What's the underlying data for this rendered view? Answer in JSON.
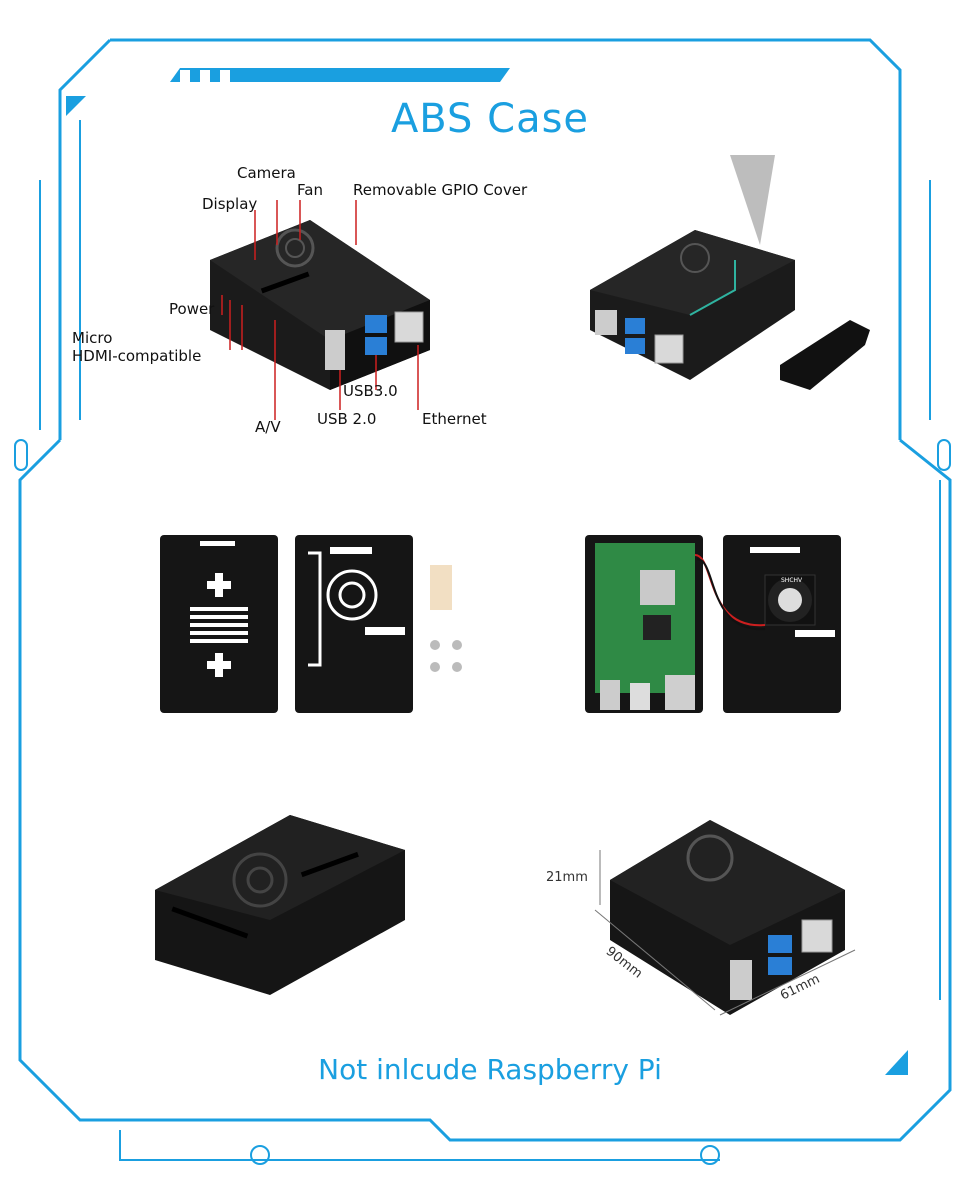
{
  "title": "ABS Case",
  "footer_note": "Not inlcude Raspberry Pi",
  "port_labels": {
    "camera": "Camera",
    "fan": "Fan",
    "gpio_cover": "Removable GPIO Cover",
    "display": "Display",
    "power": "Power",
    "micro_hdmi_line1": "Micro",
    "micro_hdmi_line2": "HDMI-compatible",
    "usb30": "USB3.0",
    "av": "A/V",
    "usb20": "USB 2.0",
    "ethernet": "Ethernet"
  },
  "dimensions": {
    "height": "21mm",
    "length": "90mm",
    "width": "61mm"
  },
  "fan_label": "SHCHV",
  "colors": {
    "accent": "#1a9fe0",
    "case": "#141414",
    "leader": "#cc1f1f",
    "usb3": "#2a7fd6",
    "pcb": "#2f8a45"
  }
}
